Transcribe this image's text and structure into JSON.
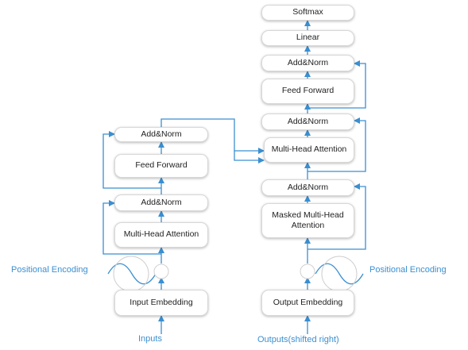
{
  "encoder": {
    "add_norm_top": "Add&Norm",
    "feed_forward": "Feed Forward",
    "add_norm_bottom": "Add&Norm",
    "attention": "Multi-Head Attention",
    "embedding": "Input Embedding",
    "positional_encoding": "Positional Encoding",
    "input_label": "Inputs"
  },
  "decoder": {
    "softmax": "Softmax",
    "linear": "Linear",
    "add_norm_top": "Add&Norm",
    "feed_forward": "Feed Forward",
    "add_norm_mid": "Add&Norm",
    "attention": "Multi-Head Attention",
    "add_norm_bottom": "Add&Norm",
    "masked_attention": "Masked Multi-Head Attention",
    "embedding": "Output Embedding",
    "positional_encoding": "Positional Encoding",
    "output_label": "Outputs(shifted right)"
  },
  "colors": {
    "arrow": "#3b8fd1",
    "box_border": "#d7d7d7",
    "text": "#222222",
    "label": "#3b8fd1"
  }
}
